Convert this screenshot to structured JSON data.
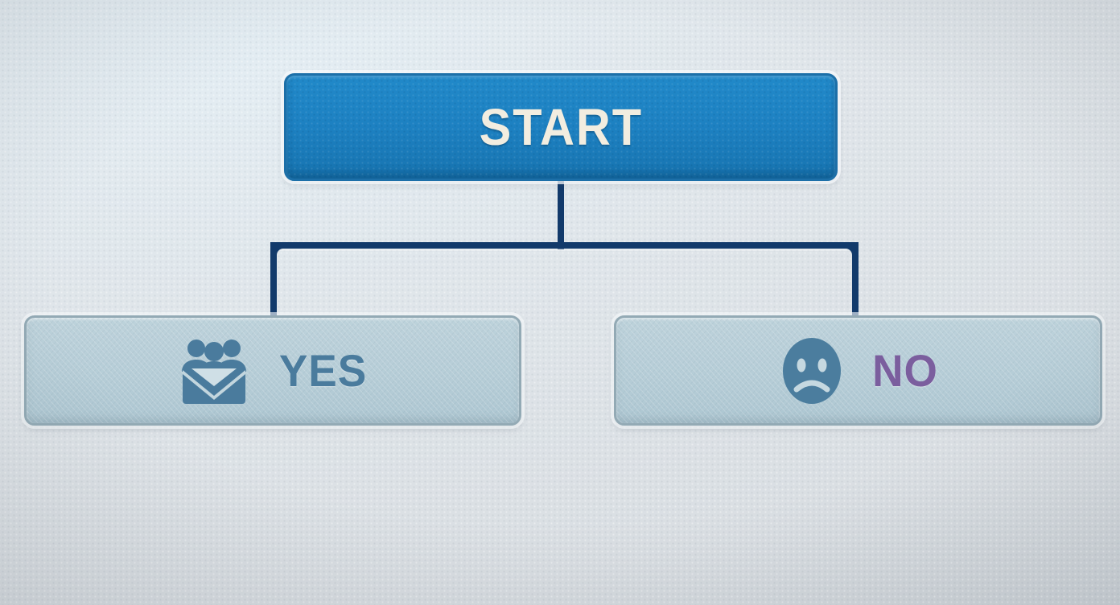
{
  "diagram": {
    "type": "flowchart",
    "orientation": "top-down",
    "background_color": "#dfe3e7",
    "connector_color": "#123a6b",
    "nodes": [
      {
        "id": "start",
        "label": "START",
        "role": "root",
        "shape": "rounded-rectangle",
        "fill_color": "#1d81c2",
        "border_color": "#1c6fa8",
        "text_color": "#f2ede0",
        "icon": null
      },
      {
        "id": "yes",
        "label": "YES",
        "role": "branch",
        "shape": "rounded-rectangle",
        "fill_color": "#b6cdd7",
        "border_color": "#93aab5",
        "text_color": "#4a7b9d",
        "icon": "group-envelope-icon",
        "icon_color": "#4a7b9d"
      },
      {
        "id": "no",
        "label": "NO",
        "role": "branch",
        "shape": "rounded-rectangle",
        "fill_color": "#b6cdd7",
        "border_color": "#93aab5",
        "text_color": "#7b5e9e",
        "icon": "sad-face-icon",
        "icon_color": "#4b7d9e"
      }
    ],
    "edges": [
      {
        "from": "start",
        "to": "yes",
        "style": "elbow",
        "color": "#123a6b"
      },
      {
        "from": "start",
        "to": "no",
        "style": "elbow",
        "color": "#123a6b"
      }
    ]
  }
}
